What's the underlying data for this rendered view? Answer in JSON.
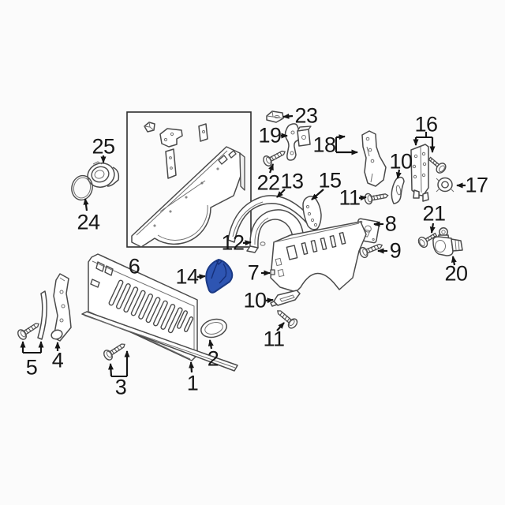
{
  "diagram": {
    "background_color": "#fbfbfb",
    "line_color": "#4a4a4a",
    "callout_color": "#161616",
    "highlighted_part": {
      "number": "14",
      "fill_color": "#2e55b2",
      "stroke_color": "#1b3a85"
    },
    "callouts": [
      {
        "num": "25"
      },
      {
        "num": "24"
      },
      {
        "num": "6"
      },
      {
        "num": "23"
      },
      {
        "num": "19"
      },
      {
        "num": "22"
      },
      {
        "num": "13"
      },
      {
        "num": "18"
      },
      {
        "num": "16"
      },
      {
        "num": "10"
      },
      {
        "num": "17"
      },
      {
        "num": "15"
      },
      {
        "num": "11"
      },
      {
        "num": "8"
      },
      {
        "num": "9"
      },
      {
        "num": "21"
      },
      {
        "num": "20"
      },
      {
        "num": "12"
      },
      {
        "num": "7"
      },
      {
        "num": "14"
      },
      {
        "num": "10"
      },
      {
        "num": "11"
      },
      {
        "num": "1"
      },
      {
        "num": "2"
      },
      {
        "num": "3"
      },
      {
        "num": "5"
      },
      {
        "num": "4"
      }
    ]
  }
}
